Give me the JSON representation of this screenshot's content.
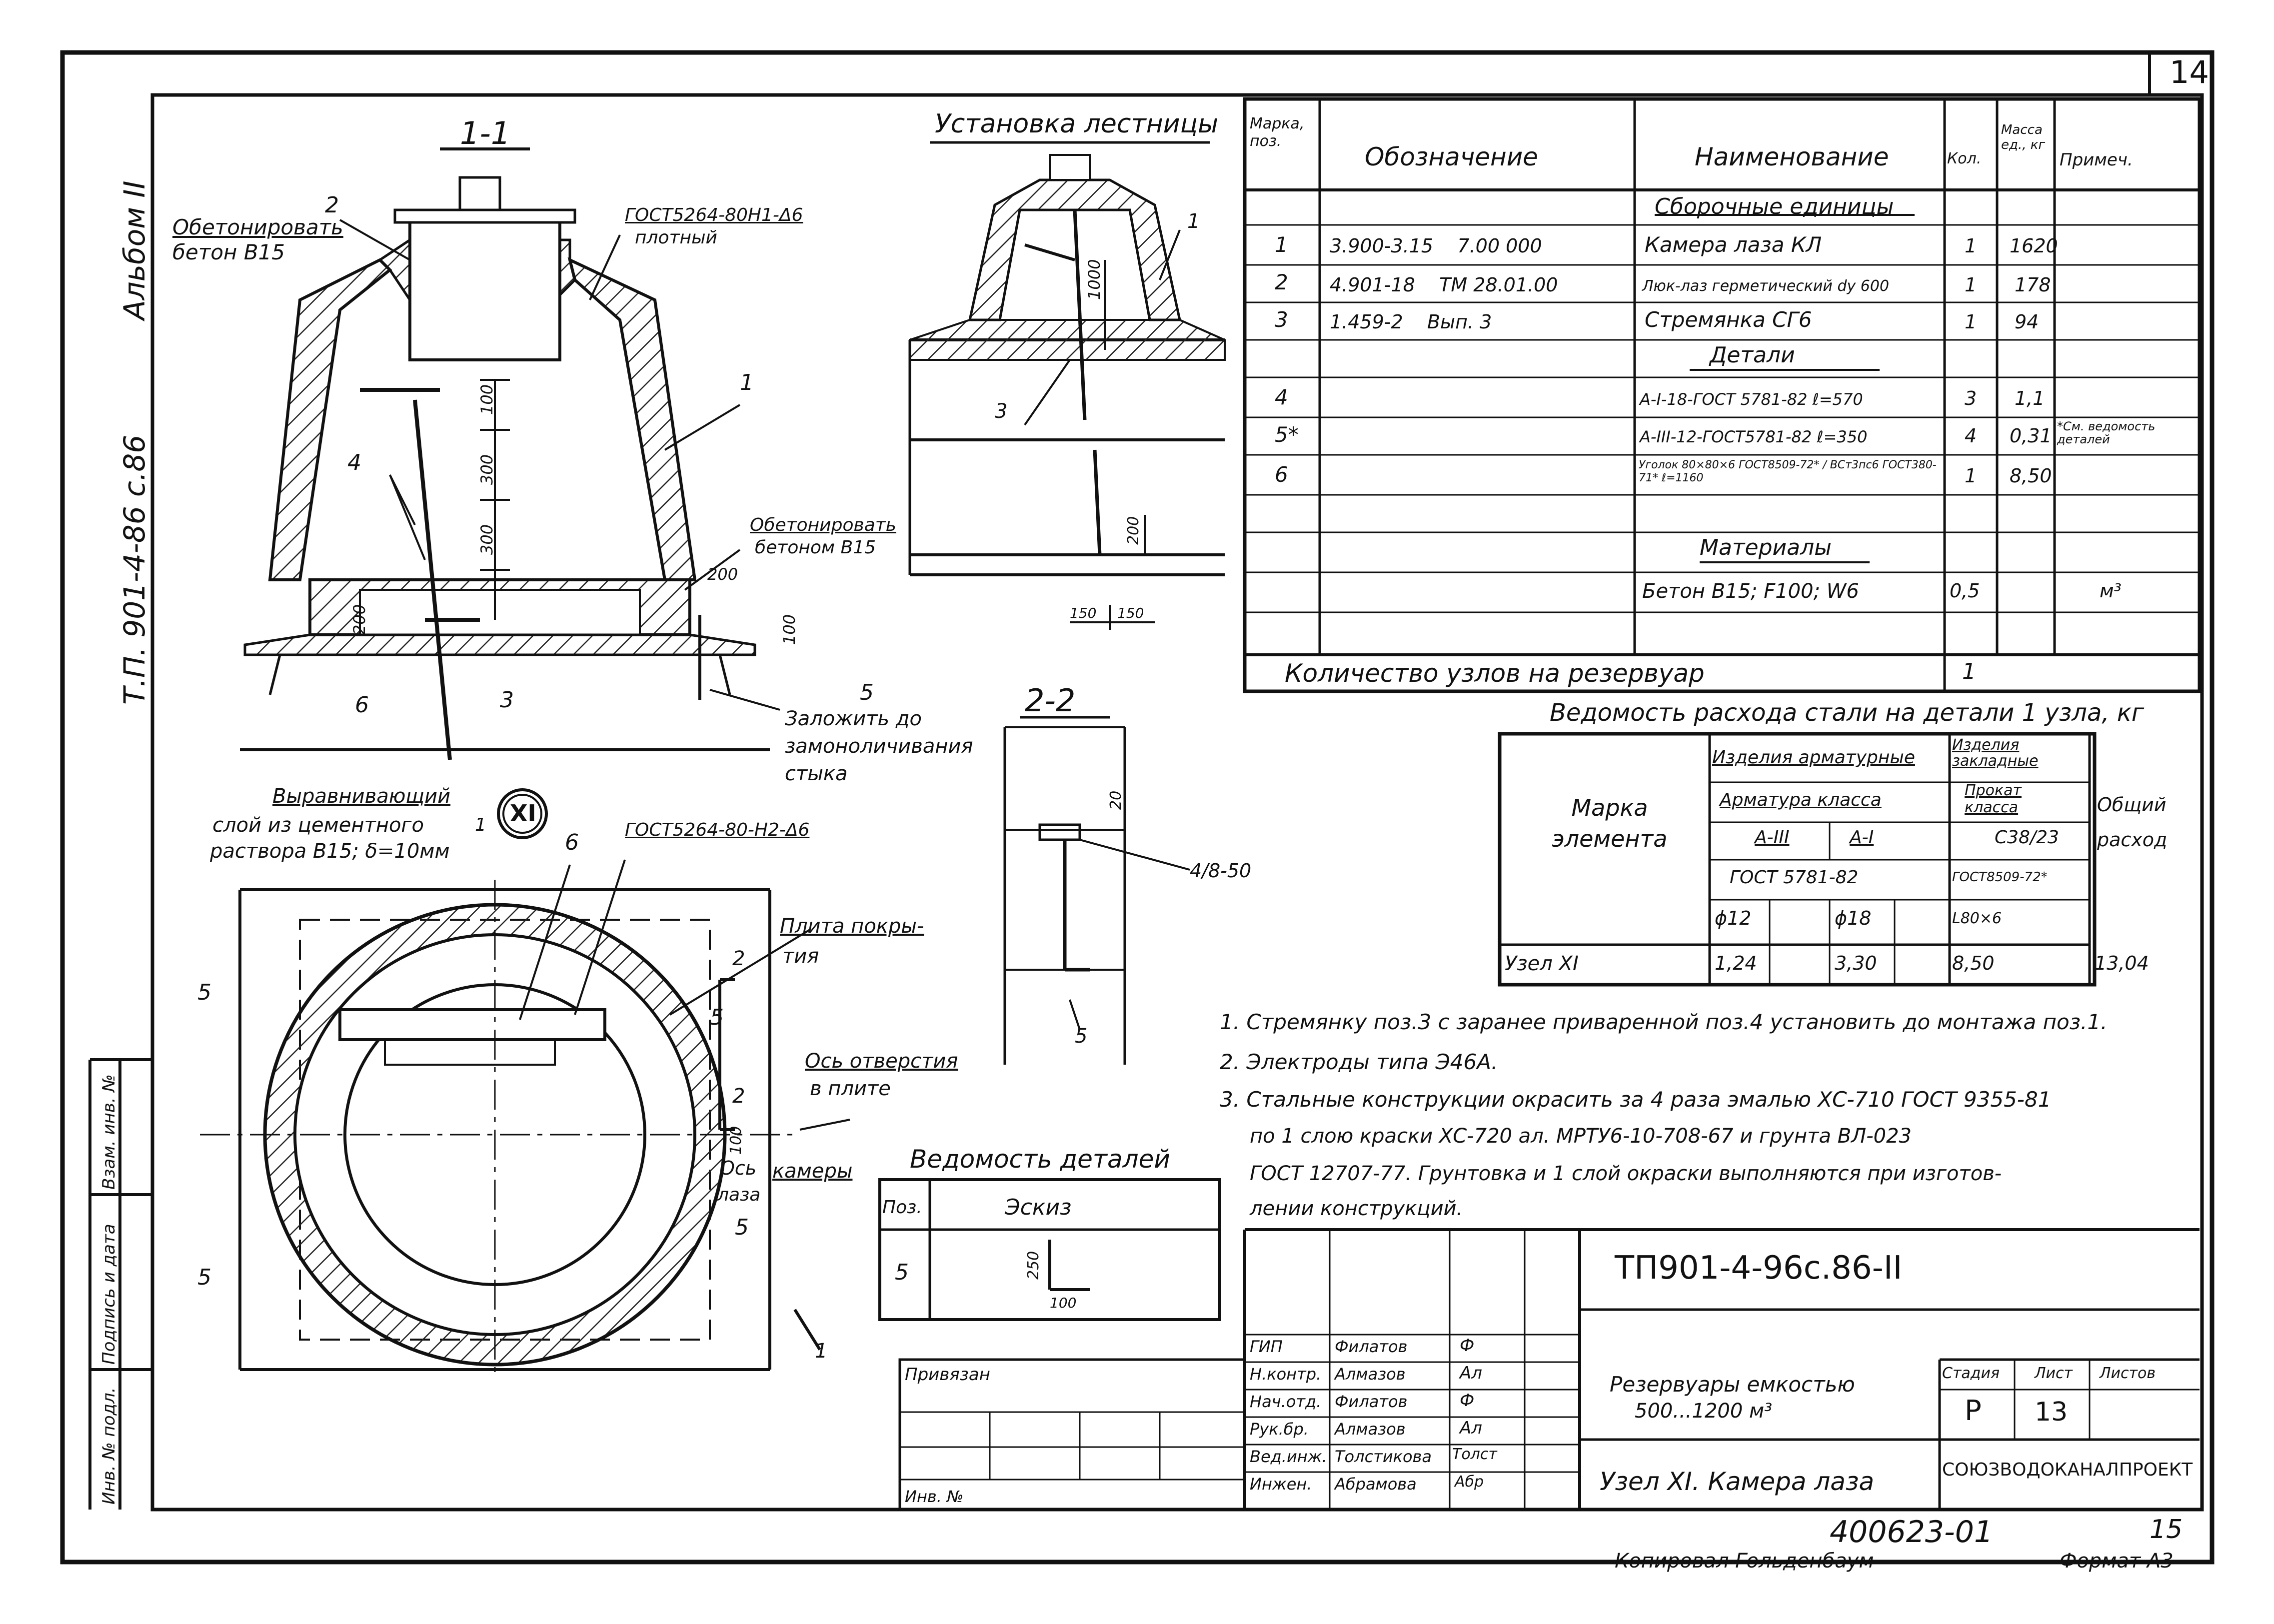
{
  "sheet_no": "14",
  "album": "Альбом II",
  "sidecode": "Т.П. 901-4-86 с.86",
  "side_stamp": [
    "Инв. № подл.",
    "Подпись и дата",
    "Взам. инв. №"
  ],
  "sec11": {
    "title": "1-1",
    "labels": {
      "obeton1": "Обетонировать",
      "beton1": "бетон В15",
      "gost1": "ГОСТ5264-80Н1-Δ6",
      "plotny": "плотный",
      "obeton2": "Обетонировать",
      "obeton2b": "бетоном В15",
      "zalozh1": "Заложить до",
      "zalozh2": "замоноличивания",
      "zalozh3": "стыка",
      "vyravn": "Выравнивающий",
      "sloy": "слой из цементного",
      "rastvor": "раствора В15; δ=10мм",
      "one": "1"
    },
    "marks": [
      "2",
      "1",
      "4",
      "6",
      "3",
      "5"
    ],
    "dims": [
      "100",
      "300",
      "300",
      "200",
      "200",
      "100"
    ]
  },
  "uzel": "XI",
  "plan": {
    "gost2": "ГОСТ5264-80-Н2-Δ6",
    "mark6": "6",
    "plita1": "Плита покры-",
    "plita2": "тия",
    "os1": "Ось отверстия",
    "os2": "в плите",
    "os3": "Ось",
    "os4": "камеры",
    "os5": "лаза",
    "dim100": "100",
    "marks5": [
      "5",
      "5",
      "5",
      "5"
    ],
    "sec2": "2",
    "sec1": "1"
  },
  "ladder": {
    "title": "Установка лестницы",
    "marks": [
      "1",
      "3"
    ],
    "dims": [
      "1000",
      "200",
      "150",
      "150"
    ]
  },
  "sec22": {
    "title": "2-2",
    "dim20": "20",
    "weld": "4/8-50",
    "mark5": "5"
  },
  "spec": {
    "headers": [
      "Марка, поз.",
      "Обозначение",
      "Наименование",
      "Кол.",
      "Масса ед., кг",
      "Примеч."
    ],
    "rows": [
      {
        "mark": "",
        "code": "",
        "name": "Сборочные единицы",
        "qty": "",
        "mass": "",
        "note": "",
        "section": true
      },
      {
        "mark": "1",
        "code": "3.900-3.15    7.00 000",
        "name": "Камера лаза КЛ",
        "qty": "1",
        "mass": "1620",
        "note": ""
      },
      {
        "mark": "2",
        "code": "4.901-18    ТМ 28.01.00",
        "name": "Люк-лаз герметический dу 600",
        "qty": "1",
        "mass": "178",
        "note": ""
      },
      {
        "mark": "3",
        "code": "1.459-2    Вып. 3",
        "name": "Стремянка СГ6",
        "qty": "1",
        "mass": "94",
        "note": ""
      },
      {
        "mark": "",
        "code": "",
        "name": "Детали",
        "qty": "",
        "mass": "",
        "note": "",
        "section": true
      },
      {
        "mark": "4",
        "code": "",
        "name": "А-I-18-ГОСТ 5781-82 ℓ=570",
        "qty": "3",
        "mass": "1,1",
        "note": ""
      },
      {
        "mark": "5*",
        "code": "",
        "name": "А-III-12-ГОСТ5781-82 ℓ=350",
        "qty": "4",
        "mass": "0,31",
        "note": "*См. ведомость деталей"
      },
      {
        "mark": "6",
        "code": "",
        "name": "Уголок 80×80×6 ГОСТ8509-72* / ВСт3пс6 ГОСТ380-71* ℓ=1160",
        "qty": "1",
        "mass": "8,50",
        "note": ""
      },
      {
        "mark": "",
        "code": "",
        "name": "",
        "qty": "",
        "mass": "",
        "note": ""
      },
      {
        "mark": "",
        "code": "",
        "name": "Материалы",
        "qty": "",
        "mass": "",
        "note": "",
        "section": true
      },
      {
        "mark": "",
        "code": "",
        "name": "Бетон В15; F100; W6",
        "qty": "0,5",
        "mass": "",
        "note": "м³"
      },
      {
        "mark": "",
        "code": "",
        "name": "",
        "qty": "",
        "mass": "",
        "note": ""
      }
    ],
    "count_label": "Количество узлов на резервуар",
    "count_value": "1"
  },
  "steel": {
    "title": "Ведомость расхода стали на детали 1 узла, кг",
    "h_mark": "Марка элемента",
    "h_arm": "Изделия арматурные",
    "h_zakl": "Изделия закладные",
    "h_armcl": "Арматура класса",
    "h_prokat": "Прокат класса",
    "h_total": "Общий расход",
    "h_a3": "А-III",
    "h_a1": "А-I",
    "h_c38": "С38/23",
    "h_gost1": "ГОСТ 5781-82",
    "h_gost2": "ГОСТ8509-72*",
    "h_d12": "ϕ12",
    "h_d18": "ϕ18",
    "h_l80": "L80×6",
    "row_mark": "Узел XI",
    "row_vals": [
      "1,24",
      "3,30",
      "8,50",
      "13,04"
    ]
  },
  "notes": [
    "1. Стремянку поз.3 с заранее приваренной поз.4 установить до монтажа поз.1.",
    "2. Электроды типа Э46А.",
    "3. Стальные конструкции окрасить за 4 раза эмалью ХС-710 ГОСТ 9355-81",
    "по 1 слою краски ХС-720 ал. МРТУ6-10-708-67 и грунта ВЛ-023",
    "ГОСТ 12707-77. Грунтовка и 1 слой окраски выполняются при изготов-",
    "лении конструкций."
  ],
  "details": {
    "title": "Ведомость деталей",
    "h_pos": "Поз.",
    "h_sketch": "Эскиз",
    "pos": "5",
    "dim250": "250",
    "dim100": "100"
  },
  "stamp": {
    "code": "ТП901-4-96с.86-II",
    "project1": "Резервуары емкостью",
    "project2": "500...1200 м³",
    "sheet_title": "Узел XI. Камера лаза",
    "h_stage": "Стадия",
    "h_sheet": "Лист",
    "h_sheets": "Листов",
    "stage": "Р",
    "sheet": "13",
    "org": "СОЮЗВОДОКАНАЛПРОЕКТ",
    "privyazan": "Привязан",
    "inv": "Инв. №",
    "roles": [
      "ГИП",
      "Н.контр.",
      "Нач.отд.",
      "Рук.бр.",
      "Вед.инж.",
      "Инжен."
    ],
    "names": [
      "Филатов",
      "Алмазов",
      "Филатов",
      "Алмазов",
      "Толстикова",
      "Абрамова"
    ],
    "sigs": [
      "Ф",
      "Ал",
      "Ф",
      "Ал",
      "Толст",
      "Абр"
    ]
  },
  "footer": {
    "num": "400623-01",
    "page": "15",
    "copied": "Копировал Гольденбаум",
    "format": "Формат А3"
  }
}
